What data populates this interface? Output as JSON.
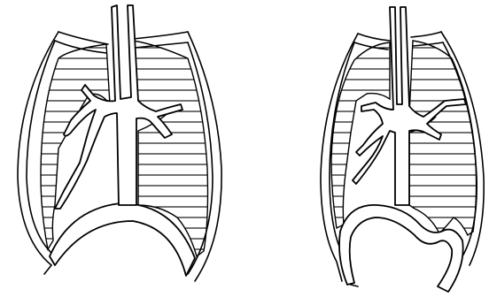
{
  "figure": {
    "panels": [
      {
        "id": "left",
        "state": "diaphragm lowered, chest expanded"
      },
      {
        "id": "right",
        "state": "diaphragm raised, chest narrowed"
      }
    ],
    "colors": {
      "ink": "#000000",
      "paper": "#ffffff"
    }
  }
}
